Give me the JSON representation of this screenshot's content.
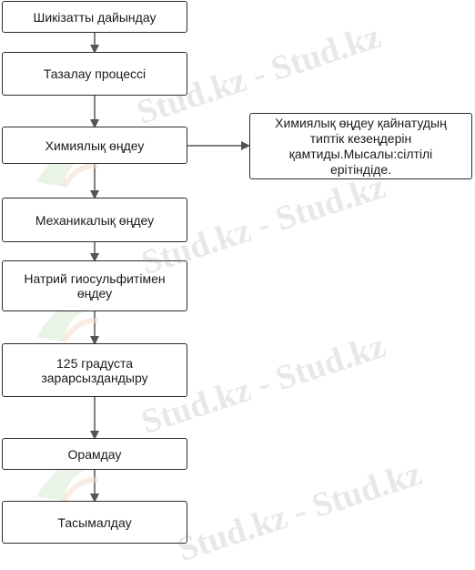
{
  "nodes": {
    "step1": "Шикізатты дайындау",
    "step2": "Тазалау процессі",
    "step3": "Химиялық өңдеу",
    "step4": "Механикалық өңдеу",
    "step5": "Натрий гиосульфитімен\nөңдеу",
    "step6": "125 градуста\nзарарсыздандыру",
    "step7": "Орамдау",
    "step8": "Тасымалдау",
    "note": "Химиялық өңдеу қайнатудың\nтиптік кезеңдерін\nқамтиды.Мысалы:сілтілі\nерітіндіде."
  },
  "watermark": {
    "text": "Stud.kz - Stud.kz"
  },
  "colors": {
    "border": "#2b2b2b",
    "arrow": "#555555",
    "watermark": "#969696",
    "logo_green": "#cfe6c8",
    "logo_peach": "#f3d9c6"
  }
}
